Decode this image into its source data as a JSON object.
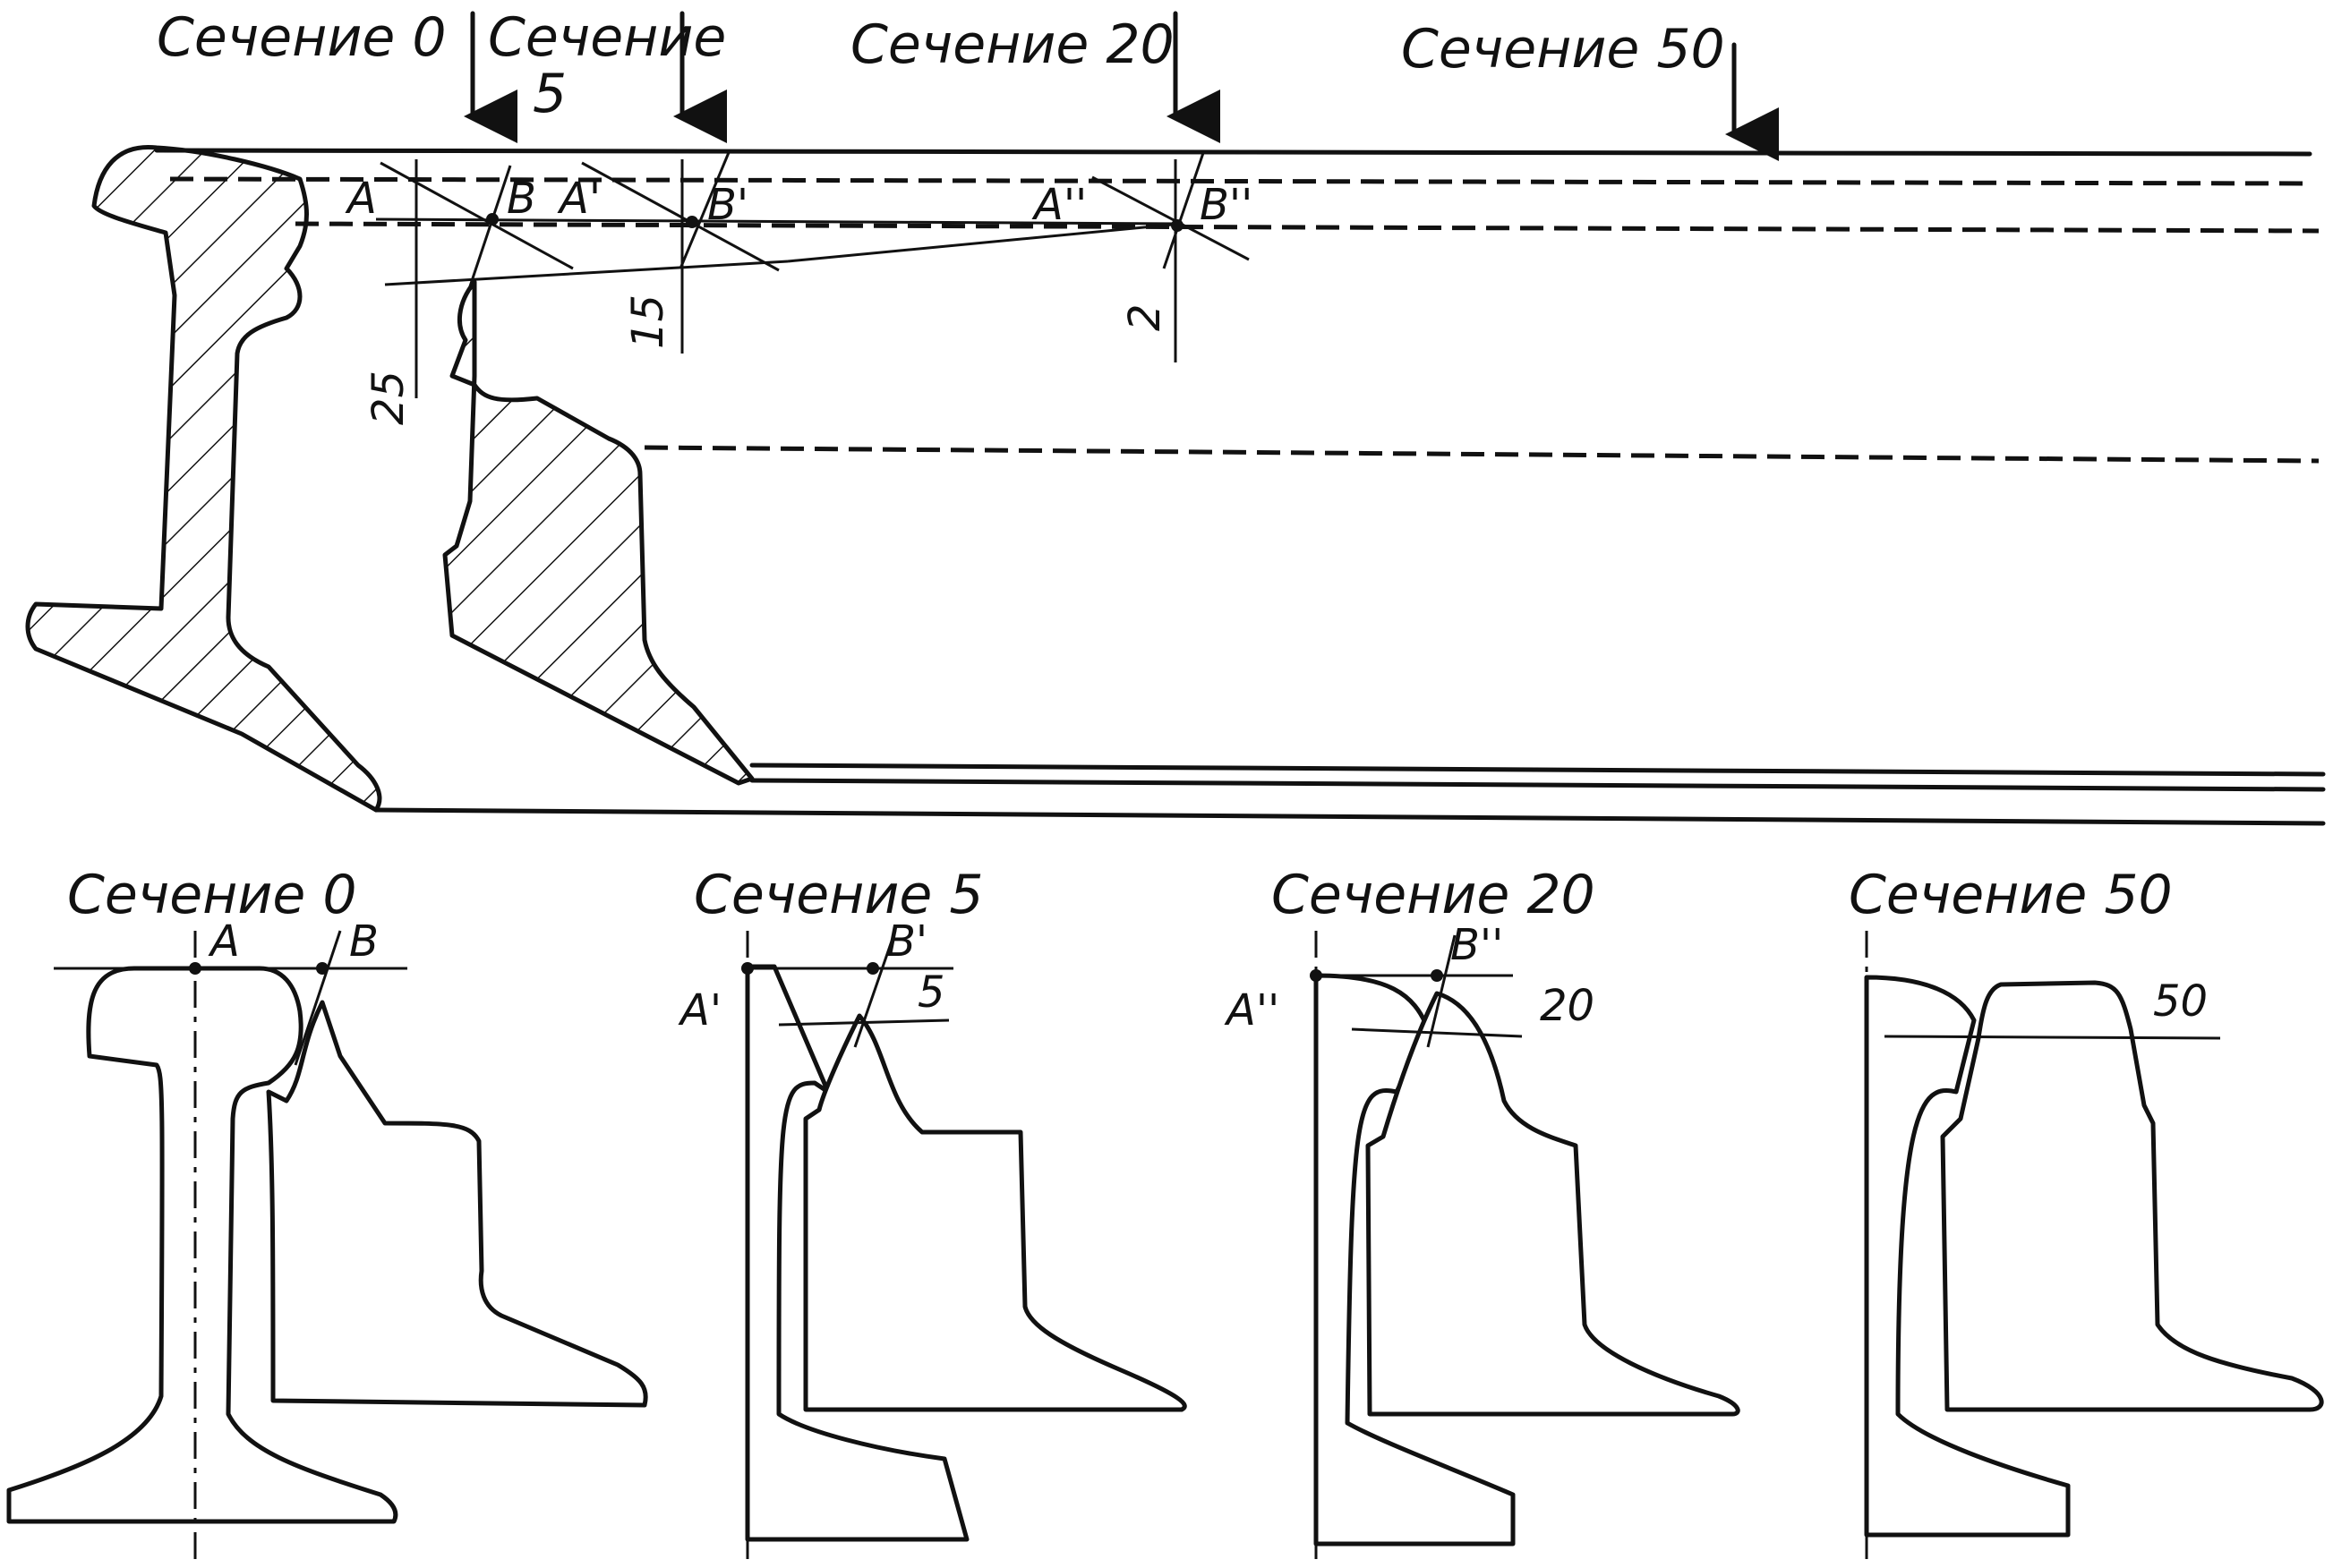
{
  "top_sections": {
    "s0": "Сечение 0",
    "s5_line1": "Сечение",
    "s5_line2": "5",
    "s20": "Сечение 20",
    "s50": "Сечение 50"
  },
  "points": {
    "A": "A",
    "B": "B",
    "A1": "A'",
    "B1": "B'",
    "A2": "A''",
    "B2": "B''"
  },
  "dimensions": {
    "d25": "25",
    "d15": "15",
    "d2": "2",
    "d5": "5",
    "d20": "20",
    "d50": "50"
  },
  "bottom_sections": {
    "s0": "Сечение 0",
    "s5": "Сечение 5",
    "s20": "Сечение 20",
    "s50": "Сечение 50"
  },
  "colors": {
    "ink": "#111111",
    "paper": "#ffffff"
  }
}
